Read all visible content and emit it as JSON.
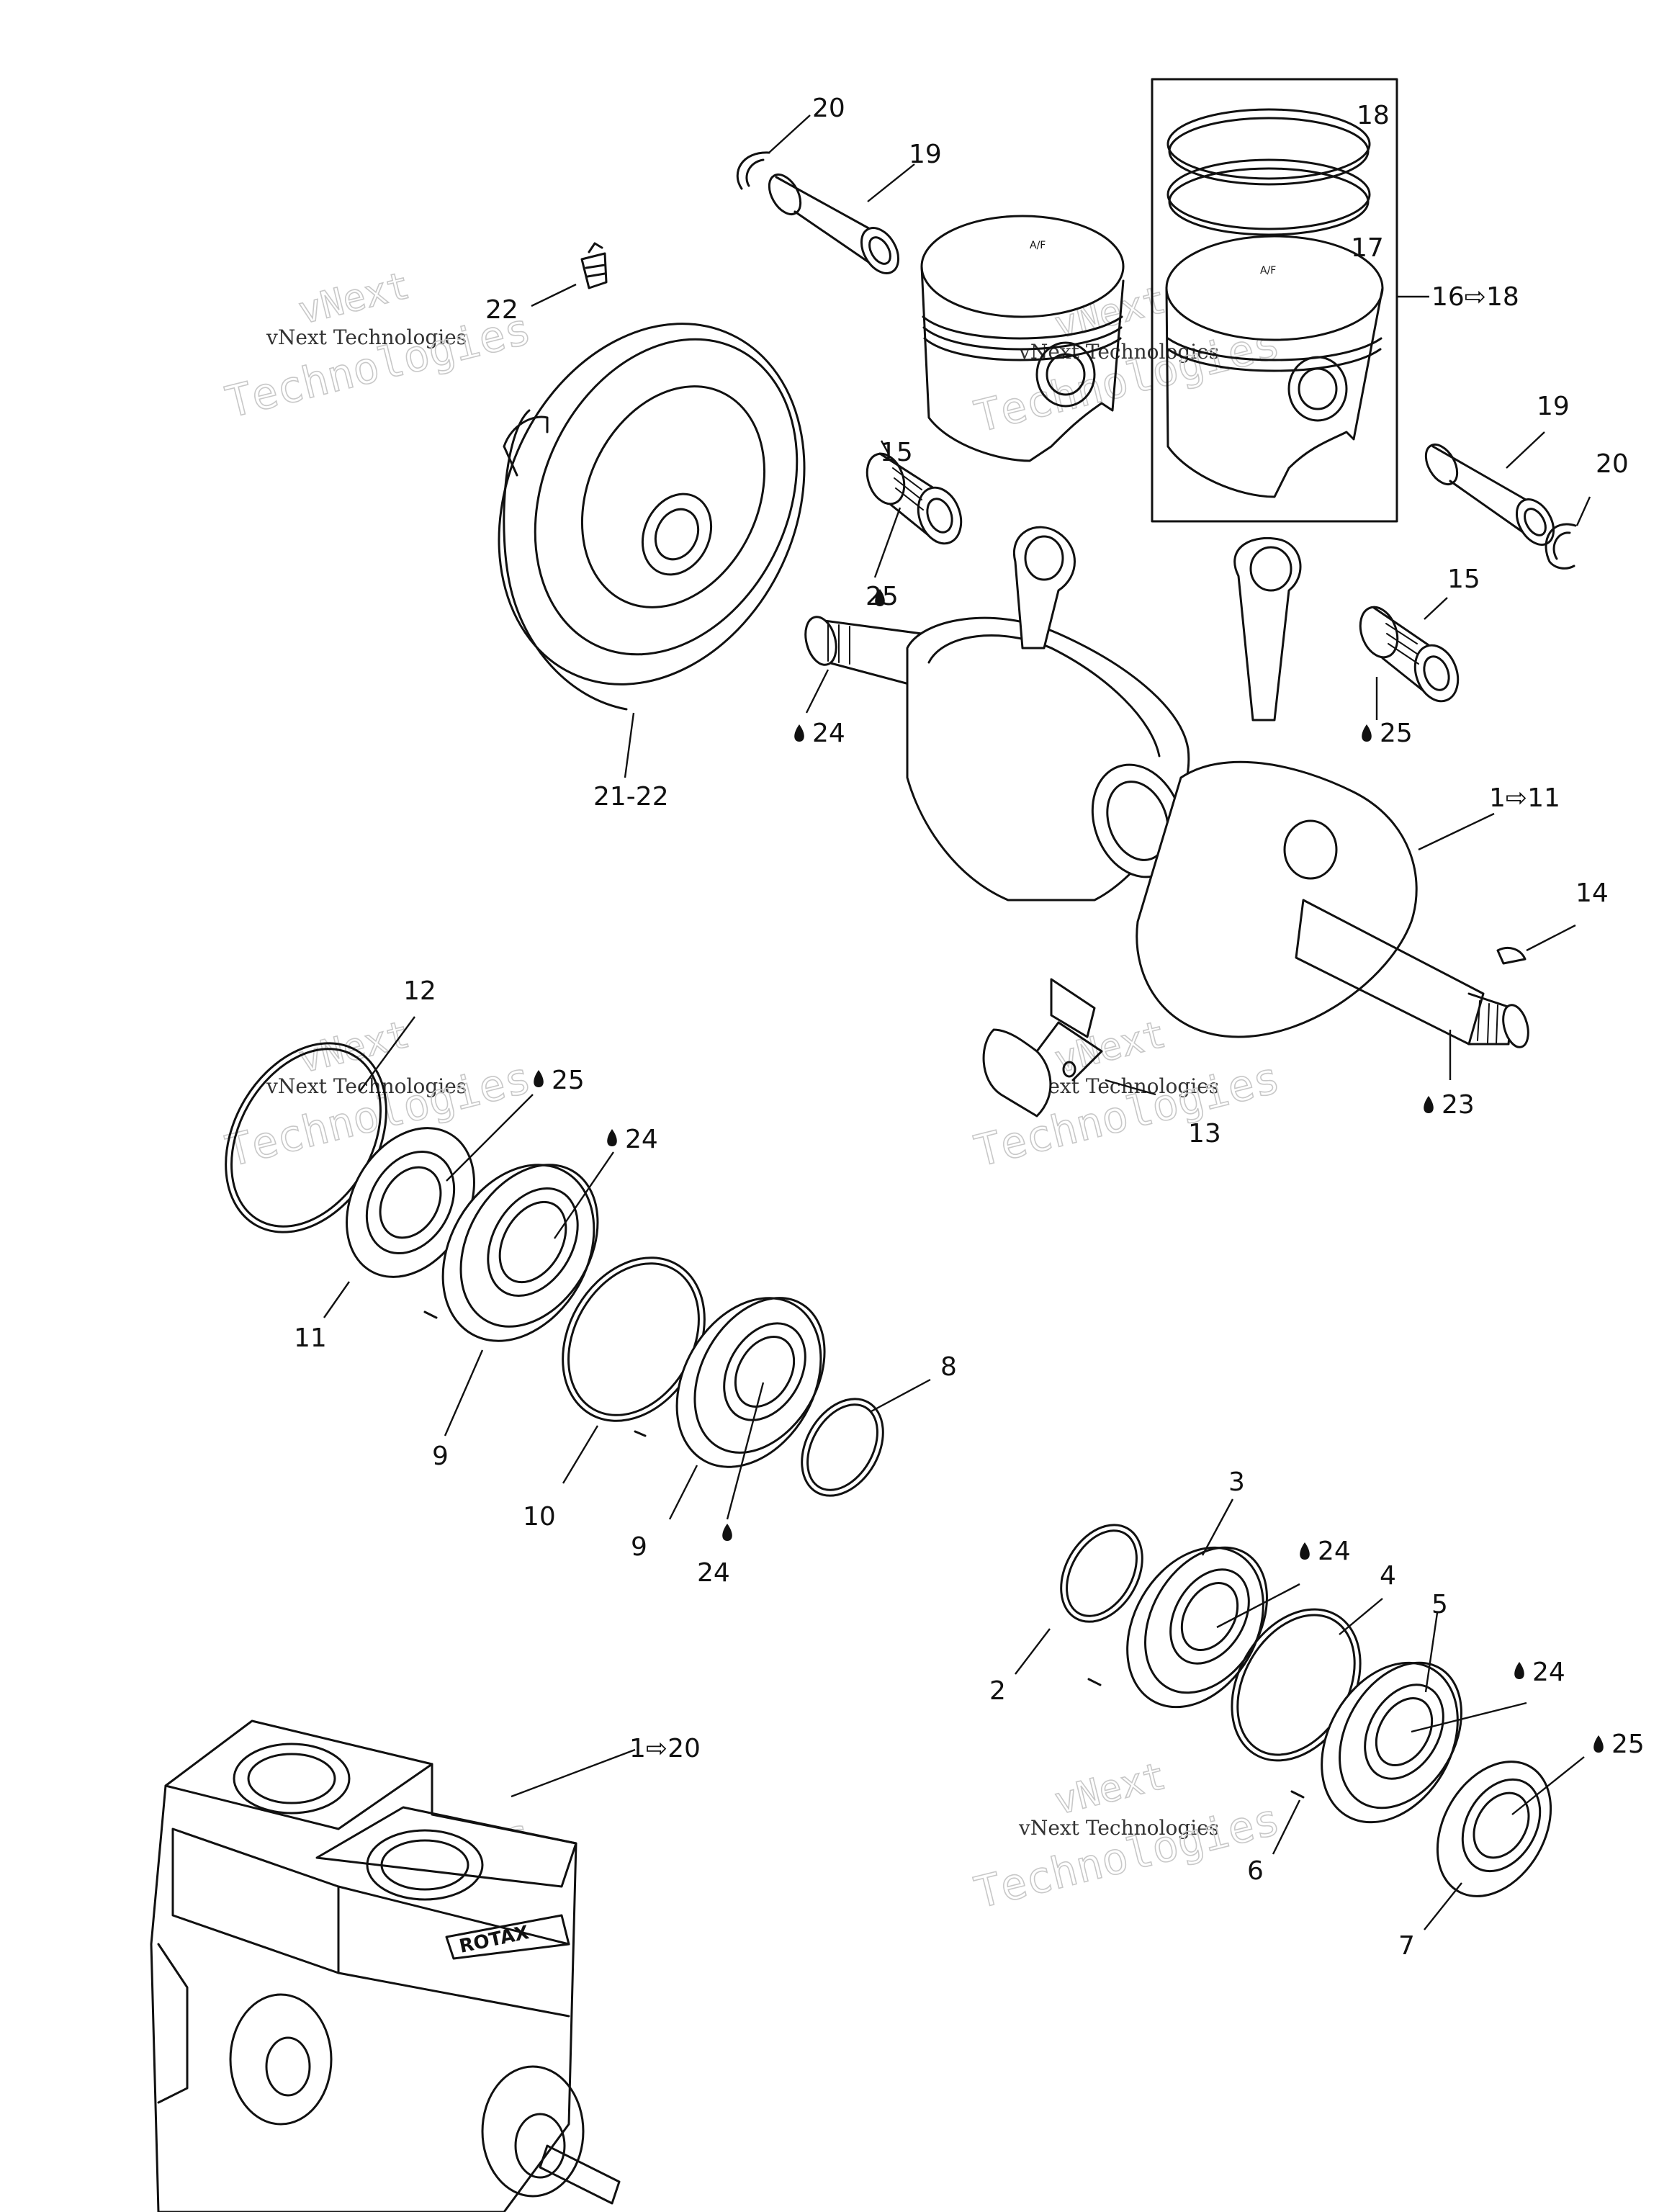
{
  "callouts": {
    "c20a": "20",
    "c19a": "19",
    "c18": "18",
    "c17": "17",
    "c16_18": "16⇨18",
    "c22": "22",
    "c15a": "15",
    "c25a": "25",
    "c24a": "24",
    "c21_22": "21-22",
    "c19b": "19",
    "c20b": "20",
    "c15b": "15",
    "c25b": "25",
    "c1_11": "1⇨11",
    "c14": "14",
    "c23": "23",
    "c13": "13",
    "c12": "12",
    "c25c": "25",
    "c24b": "24",
    "c11": "11",
    "c9a": "9",
    "c10": "10",
    "c9b": "9",
    "c24c": "24",
    "c8": "8",
    "c3": "3",
    "c24d": "24",
    "c4": "4",
    "c5": "5",
    "c24e": "24",
    "c2": "2",
    "c25d": "25",
    "c6": "6",
    "c7": "7",
    "c1_20": "1⇨20"
  },
  "watermark": {
    "line1": "vNext",
    "line2": "vNext Technologies",
    "line3": "Technologies"
  },
  "engine_brand": "ROTAX",
  "colors": {
    "ink": "#111111",
    "paper": "#ffffff",
    "watermark": "#c8c8c8"
  }
}
